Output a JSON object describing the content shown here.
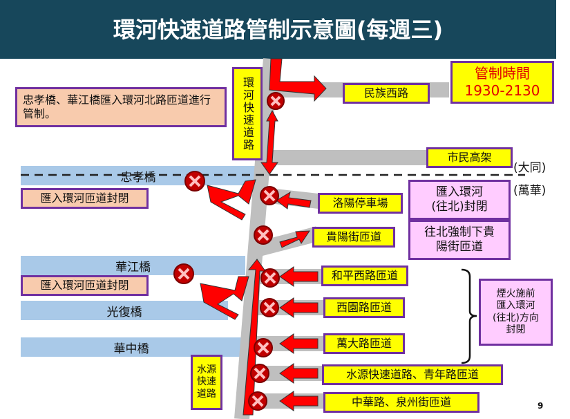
{
  "title": "環河快速道路管制示意圖(每週三)",
  "info_note": "忠孝橋、華江橋匯入環河北路匝道進行管制。",
  "expressway_label": "環河快速道路",
  "control_time": {
    "label": "管制時間",
    "value": "1930-2130"
  },
  "roads": {
    "minzu": "民族西路",
    "shimin": "市民高架",
    "luoyang": "洛陽停車場",
    "guiyang": "貴陽街匝道",
    "heping": "和平西路匝道",
    "xiyuan": "西園路匝道",
    "wanda": "萬大路匝道",
    "shuiyuan_qingnian": "水源快速道路、青年路匝道",
    "zhonghua": "中華路、泉州街匝道"
  },
  "districts": {
    "north": "(大同)",
    "south": "(萬華)"
  },
  "bridges": {
    "zhongxiao": "忠孝橋",
    "huajiang": "華江橋",
    "guangfu": "光復橋",
    "huazhong": "華中橋"
  },
  "ramp_closed_1": "匯入環河匝道封閉",
  "ramp_closed_2": "匯入環河匝道封閉",
  "notes": {
    "luoyang_closed": "匯入環河\n(往北)封閉",
    "guiyang_exit": "往北強制下貴\n陽街匝道",
    "fireworks": "煙火施前\n匯入環河\n(往北)方向\n封閉"
  },
  "shuiyuan_label": "水源快速道路",
  "page_number": "9",
  "colors": {
    "header": "#17475b",
    "arrow": "#ff0000",
    "closed": "#c00000",
    "box_border": "#7030a0"
  }
}
